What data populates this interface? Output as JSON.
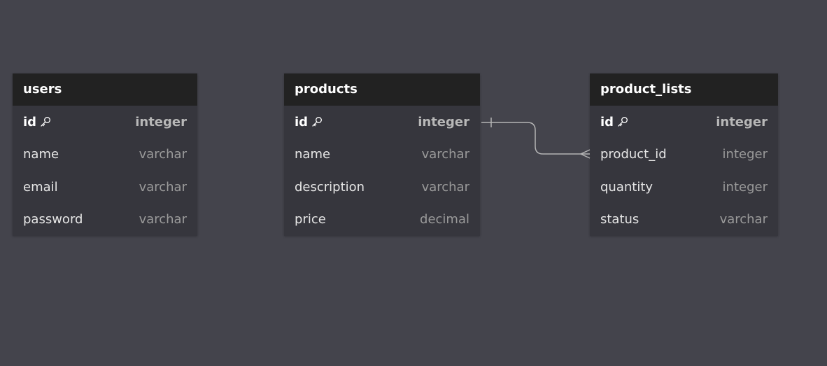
{
  "tables": [
    {
      "name": "users",
      "fields": [
        {
          "name": "id",
          "type": "integer",
          "primary": true
        },
        {
          "name": "name",
          "type": "varchar"
        },
        {
          "name": "email",
          "type": "varchar"
        },
        {
          "name": "password",
          "type": "varchar"
        }
      ]
    },
    {
      "name": "products",
      "fields": [
        {
          "name": "id",
          "type": "integer",
          "primary": true
        },
        {
          "name": "name",
          "type": "varchar"
        },
        {
          "name": "description",
          "type": "varchar"
        },
        {
          "name": "price",
          "type": "decimal"
        }
      ]
    },
    {
      "name": "product_lists",
      "fields": [
        {
          "name": "id",
          "type": "integer",
          "primary": true
        },
        {
          "name": "product_id",
          "type": "integer"
        },
        {
          "name": "quantity",
          "type": "integer"
        },
        {
          "name": "status",
          "type": "varchar"
        }
      ]
    }
  ],
  "relations": [
    {
      "from": "products.id",
      "to": "product_lists.product_id",
      "from_cardinality": "one",
      "to_cardinality": "many"
    }
  ],
  "icons": {
    "primary_key": "key-icon"
  },
  "colors": {
    "canvas": "#44444c",
    "table_header": "#222222",
    "table_body": "#36363d",
    "relation_line": "#b4b4b4"
  }
}
